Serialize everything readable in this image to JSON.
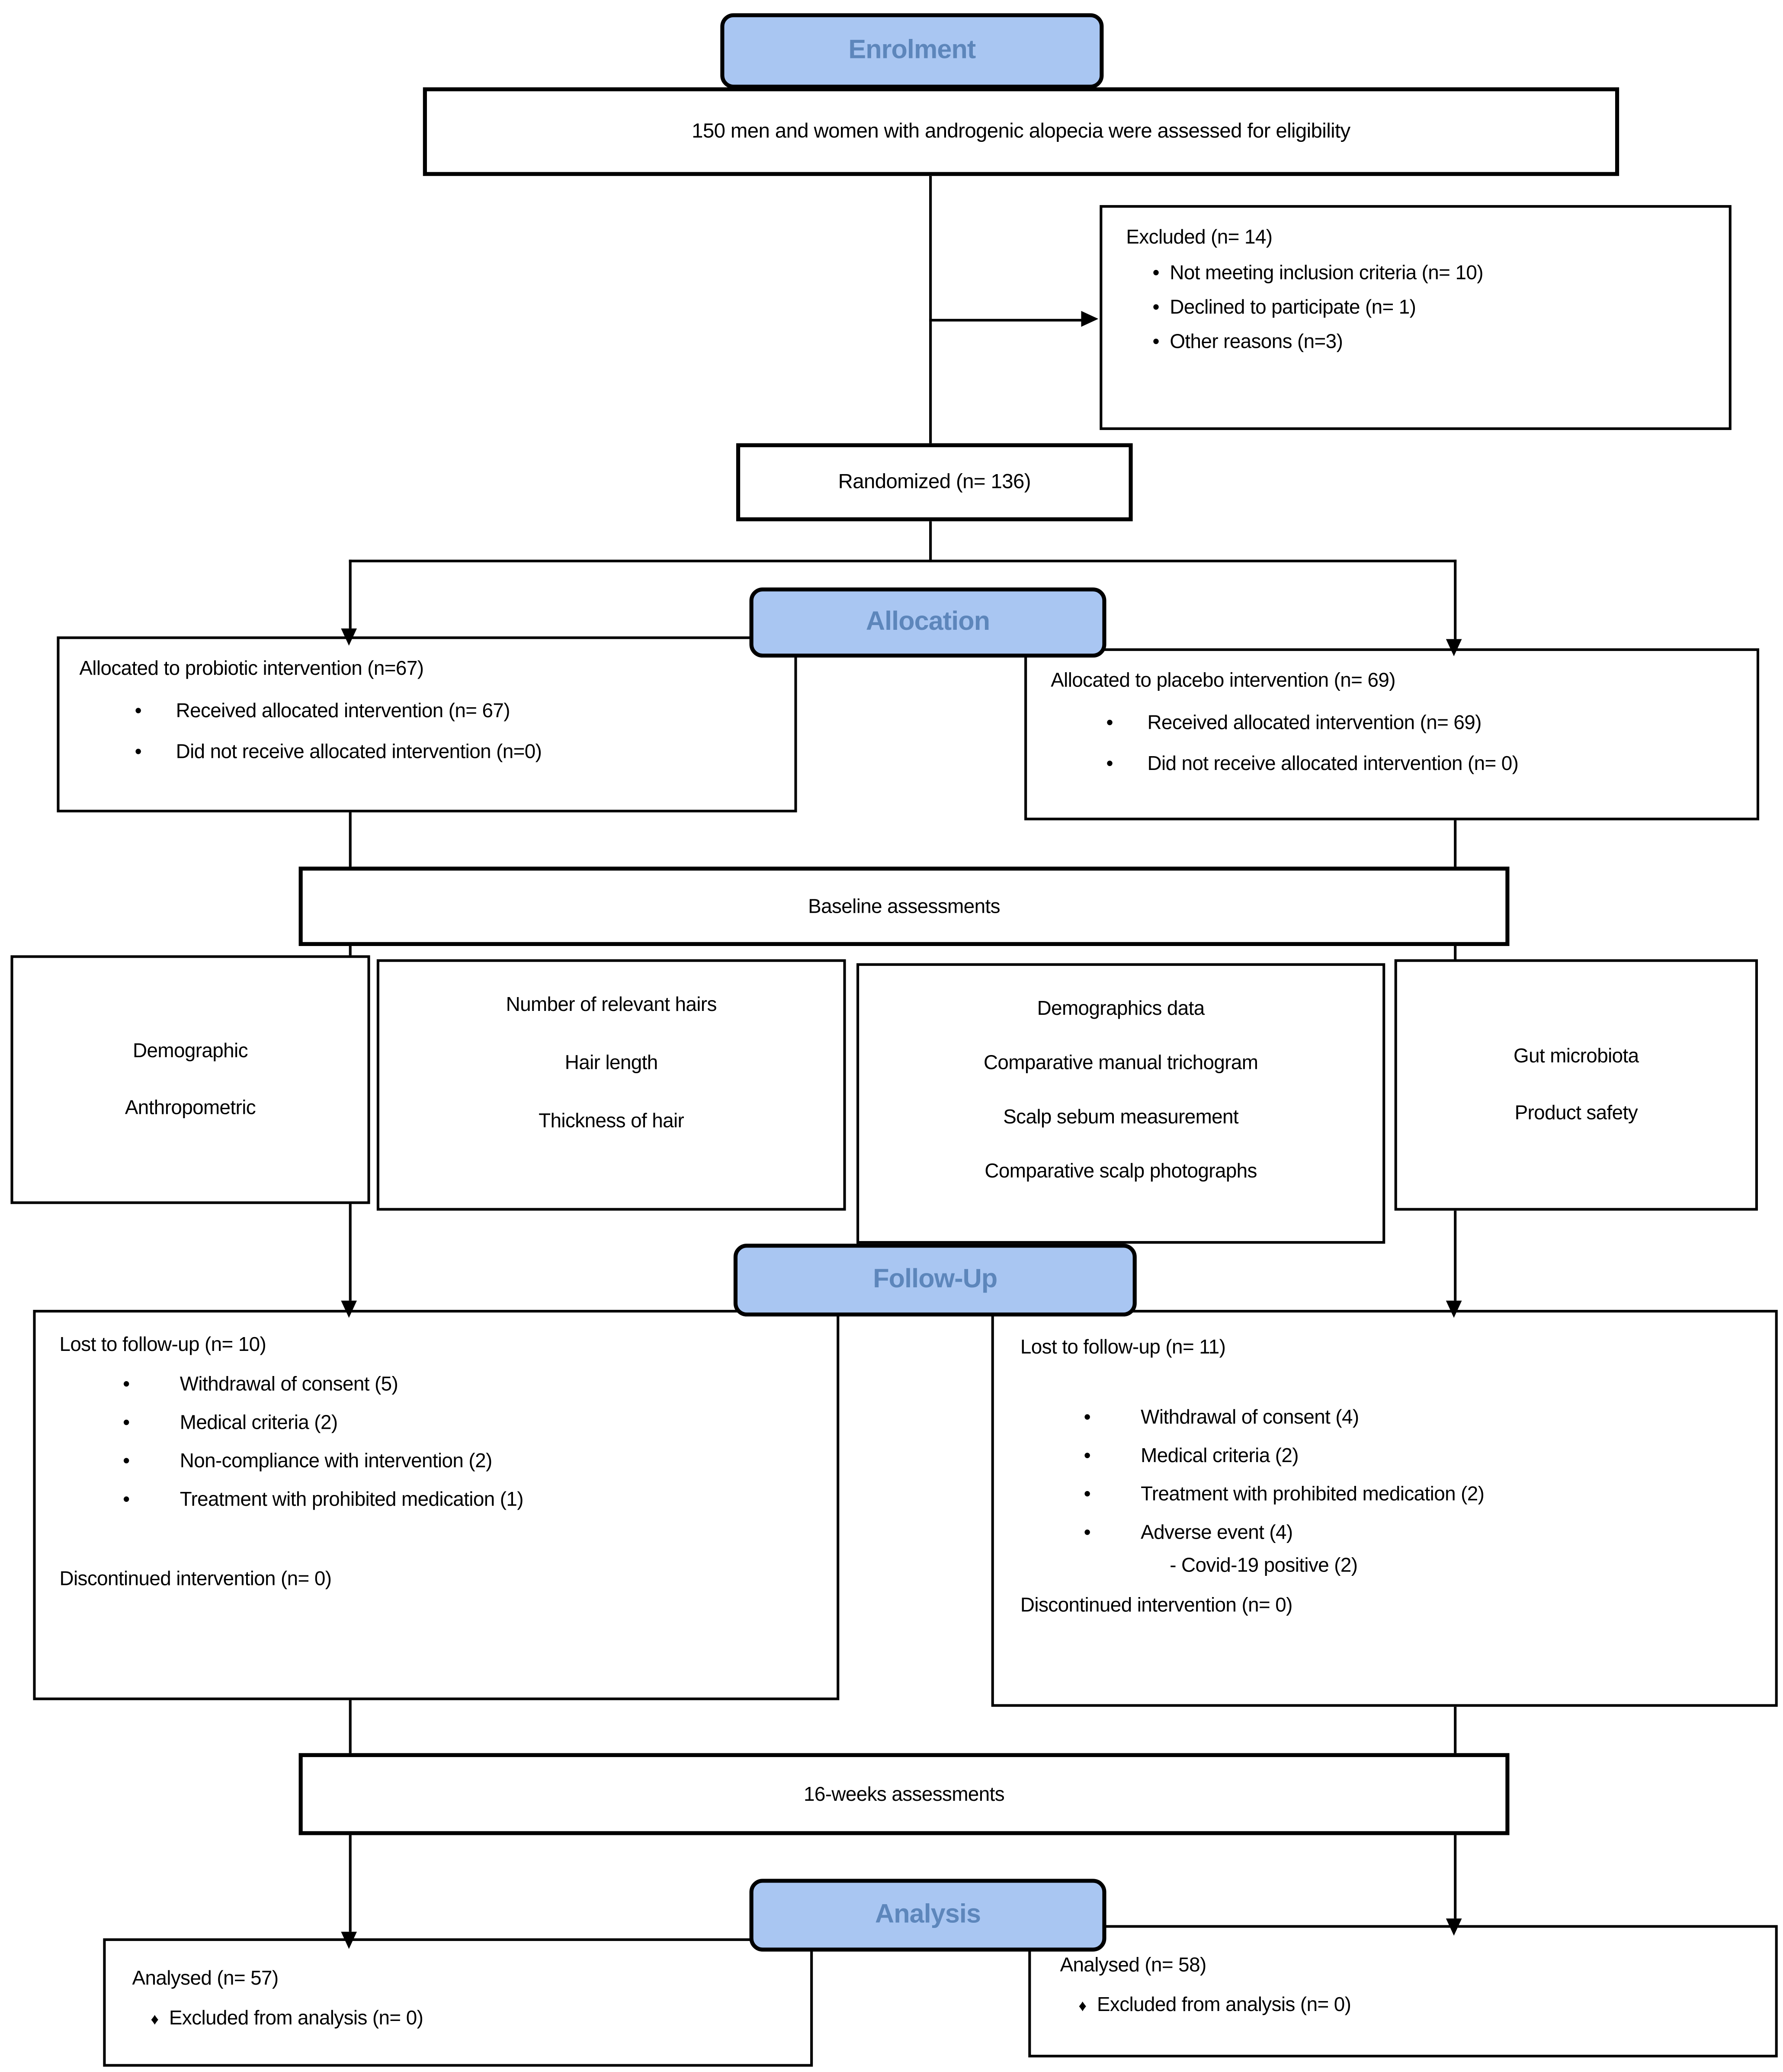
{
  "glyphs": {
    "bullet": "•",
    "diamond": "♦"
  },
  "colors": {
    "header_fill": "#A9C6F2",
    "header_text": "#5D86BB",
    "border": "#000000",
    "line": "#000000",
    "background": "#FFFFFF"
  },
  "headers": {
    "enrolment": "Enrolment",
    "allocation": "Allocation",
    "followup": "Follow-Up",
    "analysis": "Analysis"
  },
  "nodes": {
    "eligibility": {
      "text": "150 men and women with androgenic alopecia were assessed for eligibility"
    },
    "excluded": {
      "title": "Excluded (n= 14)",
      "items": [
        "Not meeting inclusion criteria (n= 10)",
        "Declined to participate (n= 1)",
        "Other reasons (n=3)"
      ]
    },
    "randomized": {
      "text": "Randomized (n= 136)"
    },
    "alloc_probiotic": {
      "title": "Allocated to probiotic intervention (n=67)",
      "items": [
        "Received allocated intervention (n= 67)",
        "Did not receive allocated intervention (n=0)"
      ]
    },
    "alloc_placebo": {
      "title": "Allocated to placebo intervention (n= 69)",
      "items": [
        "Received allocated intervention (n= 69)",
        "Did not receive allocated intervention (n= 0)"
      ]
    },
    "baseline": {
      "text": "Baseline assessments"
    },
    "assess_demographic": {
      "lines": [
        "Demographic",
        "Anthropometric"
      ]
    },
    "assess_hair": {
      "lines": [
        "Number of relevant hairs",
        "Hair length",
        "Thickness of hair"
      ]
    },
    "assess_trichogram": {
      "lines": [
        "Demographics data",
        "Comparative manual trichogram",
        "Scalp sebum measurement",
        "Comparative scalp photographs"
      ]
    },
    "assess_gut": {
      "lines": [
        "Gut microbiota",
        "Product safety"
      ]
    },
    "fu_probiotic": {
      "title": "Lost to follow-up (n= 10)",
      "items": [
        "Withdrawal of consent (5)",
        "Medical criteria (2)",
        "Non-compliance with intervention (2)",
        "Treatment with prohibited medication (1)"
      ],
      "footer": "Discontinued intervention (n= 0)"
    },
    "fu_placebo": {
      "title": "Lost to follow-up (n= 11)",
      "items": [
        "Withdrawal of consent (4)",
        "Medical criteria (2)",
        "Treatment with prohibited medication (2)",
        "Adverse event (4)"
      ],
      "subitem": "- Covid-19 positive (2)",
      "footer": "Discontinued intervention (n= 0)"
    },
    "weeks16": {
      "text": "16-weeks assessments"
    },
    "analysed_probiotic": {
      "title": "Analysed (n= 57)",
      "item": "Excluded from analysis (n= 0)"
    },
    "analysed_placebo": {
      "title": "Analysed (n= 58)",
      "item": "Excluded from analysis (n= 0)"
    }
  }
}
